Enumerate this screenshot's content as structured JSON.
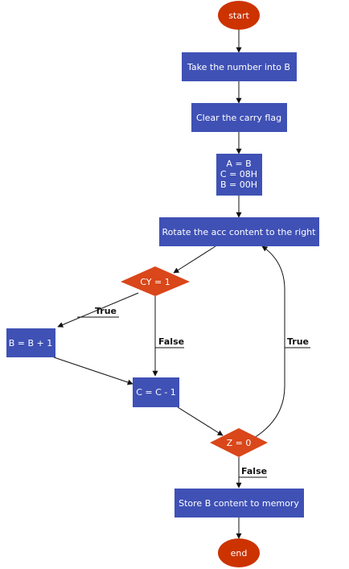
{
  "colors": {
    "process": "#3f51b5",
    "terminal": "#cc3300",
    "decision": "#d9471a",
    "edge": "#111111"
  },
  "nodes": {
    "start": "start",
    "take_number": "Take the number into B",
    "clear_carry": "Clear the carry flag",
    "init_lines": [
      "A = B",
      "C = 08H",
      "B = 00H"
    ],
    "rotate": "Rotate the acc content to the right",
    "cy_check": "CY = 1",
    "increment_b": "B = B + 1",
    "decrement_c": "C = C - 1",
    "z_check": "Z = 0",
    "store": "Store B content to memory",
    "end": "end"
  },
  "edge_labels": {
    "cy_true": "True",
    "cy_false": "False",
    "z_true": "True",
    "z_false": "False"
  }
}
